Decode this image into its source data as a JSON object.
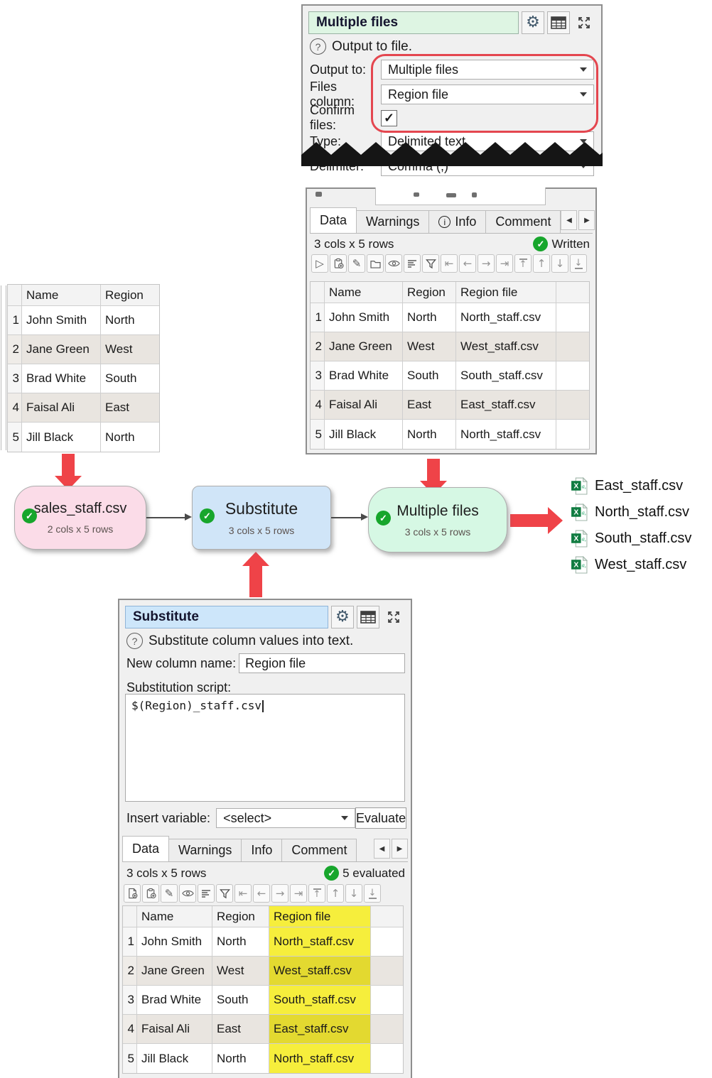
{
  "colors": {
    "accent_red": "#ef4348",
    "title_green": "#def5e3",
    "title_blue": "#cde6fa",
    "node_pink": "#fbdce8",
    "node_blue": "#d0e5f8",
    "node_green": "#d6f8e4",
    "check_green": "#17a62c",
    "hl_yellow": "#f6ee3c",
    "hl_yellow_dark": "#e3d930",
    "row_alt": "#e9e5e0"
  },
  "icons": {
    "gear": "⚙",
    "play": "▷",
    "pencil": "✎",
    "question": "?",
    "info": "i",
    "check": "✓",
    "checkbox": "✓",
    "tab_prev": "◀",
    "tab_next": "▶",
    "first": "⇤",
    "left": "←",
    "right": "→",
    "last": "⇥",
    "up": "↑",
    "down": "↓"
  },
  "top_panel": {
    "title": "Multiple files",
    "help": "Output to file.",
    "output_to_label": "Output to:",
    "output_to_value": "Multiple files",
    "files_column_label": "Files column:",
    "files_column_value": "Region file",
    "confirm_label": "Confirm files:",
    "type_label": "Type:",
    "type_value": "Delimited text",
    "delimiter_label": "Delimiter:",
    "delimiter_value": "Comma (,)"
  },
  "left_table": {
    "headers": [
      "Name",
      "Region"
    ],
    "rows": [
      [
        "1",
        "John Smith",
        "North"
      ],
      [
        "2",
        "Jane Green",
        "West"
      ],
      [
        "3",
        "Brad White",
        "South"
      ],
      [
        "4",
        "Faisal Ali",
        "East"
      ],
      [
        "5",
        "Jill Black",
        "North"
      ]
    ]
  },
  "output_panel": {
    "tabs": [
      "Data",
      "Warnings",
      "Info",
      "Comment"
    ],
    "dims": "3 cols x 5 rows",
    "written": "Written",
    "table": {
      "headers": [
        "Name",
        "Region",
        "Region file"
      ],
      "rows": [
        [
          "1",
          "John Smith",
          "North",
          "North_staff.csv"
        ],
        [
          "2",
          "Jane Green",
          "West",
          "West_staff.csv"
        ],
        [
          "3",
          "Brad White",
          "South",
          "South_staff.csv"
        ],
        [
          "4",
          "Faisal Ali",
          "East",
          "East_staff.csv"
        ],
        [
          "5",
          "Jill Black",
          "North",
          "North_staff.csv"
        ]
      ]
    }
  },
  "flow": {
    "source": {
      "title": "sales_staff.csv",
      "info": "2 cols x 5 rows"
    },
    "transform": {
      "title": "Substitute",
      "info": "3 cols x 5 rows"
    },
    "output": {
      "title": "Multiple files",
      "info": "3 cols x 5 rows"
    },
    "files": [
      "East_staff.csv",
      "North_staff.csv",
      "South_staff.csv",
      "West_staff.csv"
    ]
  },
  "substitute_panel": {
    "title": "Substitute",
    "help": "Substitute column values into text.",
    "new_column_label": "New column name:",
    "new_column_value": "Region file",
    "script_label": "Substitution script:",
    "script_value": "$(Region)_staff.csv",
    "insert_variable_label": "Insert variable:",
    "insert_variable_value": "<select>",
    "evaluate_label": "Evaluate",
    "tabs": [
      "Data",
      "Warnings",
      "Info",
      "Comment"
    ],
    "dims": "3 cols x 5 rows",
    "evaluated": "5 evaluated",
    "table": {
      "headers": [
        "Name",
        "Region",
        "Region file"
      ],
      "rows": [
        [
          "1",
          "John Smith",
          "North",
          "North_staff.csv"
        ],
        [
          "2",
          "Jane Green",
          "West",
          "West_staff.csv"
        ],
        [
          "3",
          "Brad White",
          "South",
          "South_staff.csv"
        ],
        [
          "4",
          "Faisal Ali",
          "East",
          "East_staff.csv"
        ],
        [
          "5",
          "Jill Black",
          "North",
          "North_staff.csv"
        ]
      ]
    }
  }
}
